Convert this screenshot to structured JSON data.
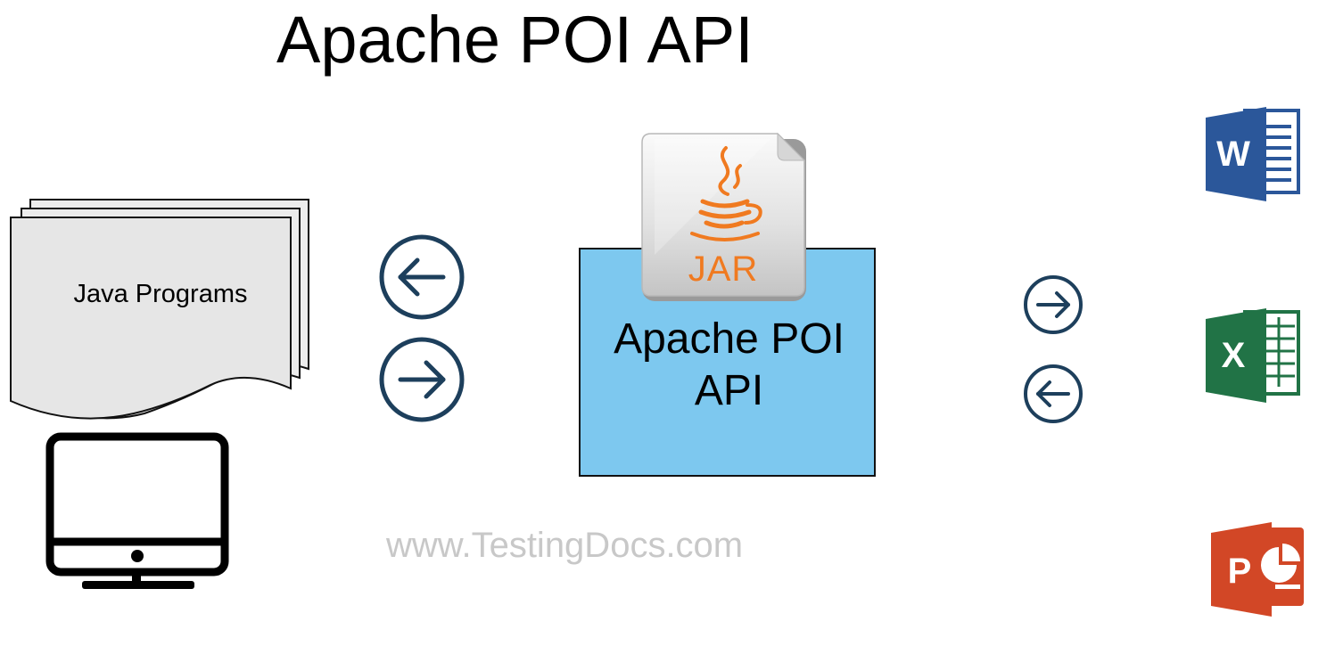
{
  "title": "Apache POI API",
  "java_programs": {
    "label": "Java Programs"
  },
  "api_box": {
    "label_line1": "Apache POI",
    "label_line2": "API"
  },
  "jar": {
    "label": "JAR"
  },
  "watermark": "www.TestingDocs.com",
  "icons": {
    "computer": "desktop-monitor-icon",
    "left_arrows": [
      "arrow-left-circle-icon",
      "arrow-right-circle-icon"
    ],
    "right_arrows": [
      "arrow-right-circle-icon",
      "arrow-left-circle-icon"
    ],
    "office": [
      {
        "name": "word-icon",
        "letter": "W",
        "color": "#2b579a"
      },
      {
        "name": "excel-icon",
        "letter": "X",
        "color": "#217346"
      },
      {
        "name": "powerpoint-icon",
        "letter": "P",
        "color": "#d24726"
      }
    ]
  },
  "colors": {
    "api_box_fill": "#7dc8ef",
    "arrow_stroke": "#1d3f5c",
    "jar_label": "#f07a20",
    "watermark": "#c8c8c8"
  }
}
